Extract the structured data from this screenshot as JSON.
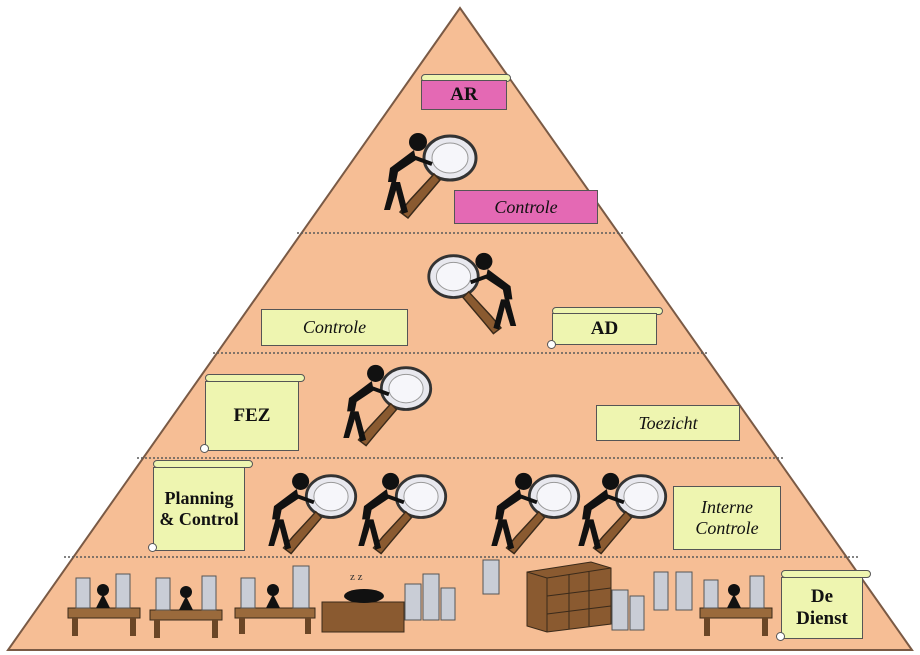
{
  "colors": {
    "pyramid_fill": "#f6be95",
    "pyramid_stroke": "#7a5a45",
    "label_green": "#eef5b0",
    "label_pink": "#e469b4"
  },
  "levels": {
    "top": {
      "org": "AR",
      "activity": "Controle"
    },
    "second": {
      "org": "AD",
      "activity": "Controle"
    },
    "third": {
      "org": "FEZ",
      "activity": "Toezicht"
    },
    "fourth": {
      "org": "Planning & Control",
      "activity": "Interne Controle"
    },
    "base": {
      "org": "De Dienst"
    }
  },
  "icons": {
    "inspector": "inspector-with-magnifier-icon",
    "office_worker": "office-worker-at-desk-icon",
    "filing_cabinet": "filing-cabinet-icon",
    "paper_stack": "paper-stack-icon"
  }
}
